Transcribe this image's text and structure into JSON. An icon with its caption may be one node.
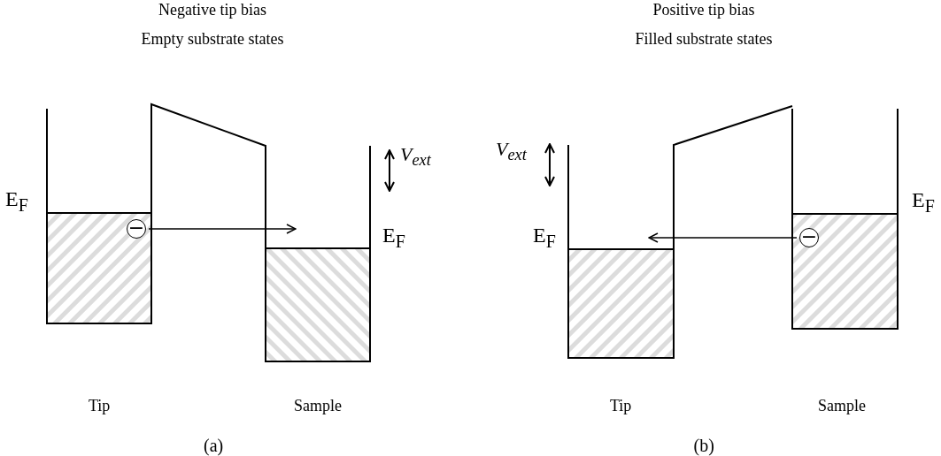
{
  "diagram": {
    "nodes": [
      {
        "text": [
          "−"
        ]
      },
      {
        "text": [
          "−"
        ]
      }
    ],
    "edges": [
      {
        "from": 0,
        "to": null,
        "arrow": "to"
      },
      {
        "from": 1,
        "to": null,
        "arrow": "to"
      }
    ],
    "labels": [
      "Negative tip bias",
      "Positive tip bias",
      "Empty substrate states",
      "Filled substrate states",
      "V$_{ext}$",
      "V$_{ext}$",
      "E$_{F}$",
      "E$_{F}$",
      "E$_{F}$",
      "E$_{F}$",
      "Tip",
      "Sample",
      "Tip",
      "Sample",
      "(a)",
      "(b)"
    ]
  }
}
